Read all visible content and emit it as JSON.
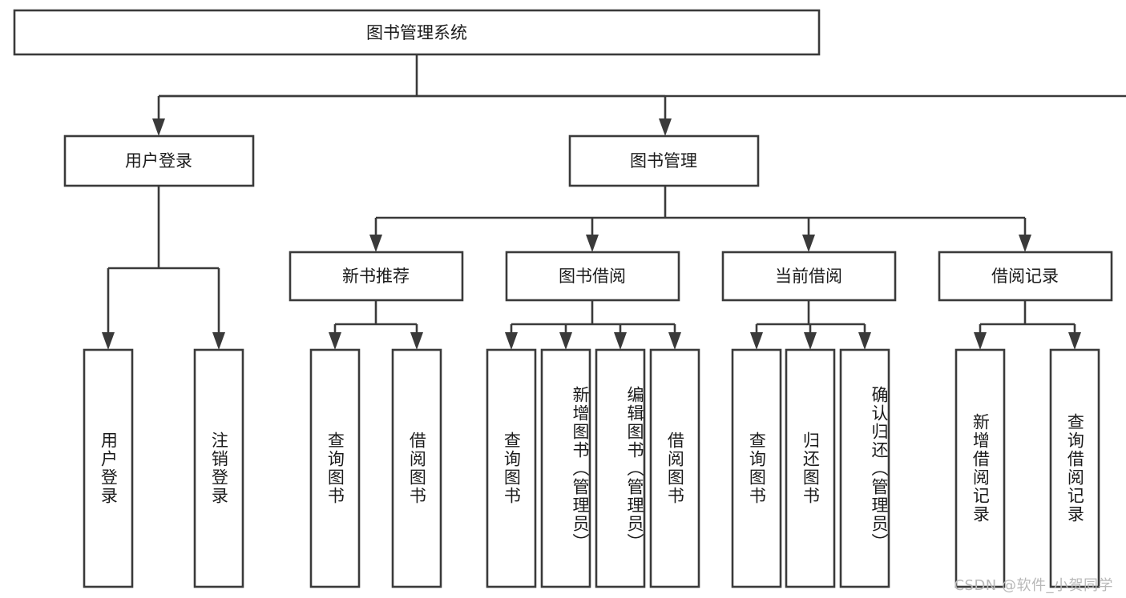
{
  "diagram": {
    "title": "图书管理系统",
    "type": "function-hierarchy-chart",
    "root": {
      "label": "图书管理系统",
      "orientation": "horizontal"
    },
    "level1": [
      {
        "label": "用户登录",
        "orientation": "horizontal"
      },
      {
        "label": "图书管理",
        "orientation": "horizontal"
      }
    ],
    "level2": [
      {
        "label": "新书推荐",
        "orientation": "horizontal"
      },
      {
        "label": "图书借阅",
        "orientation": "horizontal"
      },
      {
        "label": "当前借阅",
        "orientation": "horizontal"
      },
      {
        "label": "借阅记录",
        "orientation": "horizontal"
      }
    ],
    "leaves": {
      "user_login": [
        {
          "label": "用户登录",
          "orientation": "vertical"
        },
        {
          "label": "注销登录",
          "orientation": "vertical"
        }
      ],
      "new_book_recommend": [
        {
          "label": "查询图书",
          "orientation": "vertical"
        },
        {
          "label": "借阅图书",
          "orientation": "vertical"
        }
      ],
      "book_borrow": [
        {
          "label": "查询图书",
          "orientation": "vertical"
        },
        {
          "label": "新增图书（管理员）",
          "orientation": "vertical"
        },
        {
          "label": "编辑图书（管理员）",
          "orientation": "vertical"
        },
        {
          "label": "借阅图书",
          "orientation": "vertical"
        }
      ],
      "current_borrow": [
        {
          "label": "查询图书",
          "orientation": "vertical"
        },
        {
          "label": "归还图书",
          "orientation": "vertical"
        },
        {
          "label": "确认归还（管理员）",
          "orientation": "vertical"
        }
      ],
      "borrow_record": [
        {
          "label": "新增借阅记录",
          "orientation": "vertical"
        },
        {
          "label": "查询借阅记录",
          "orientation": "vertical"
        }
      ]
    },
    "watermark": "CSDN @软件_小贺同学",
    "colors": {
      "stroke": "#3a3a3a",
      "fill": "#ffffff",
      "text": "#1b1b1b",
      "watermark": "#b8b8b8",
      "background": "#ffffff"
    }
  }
}
